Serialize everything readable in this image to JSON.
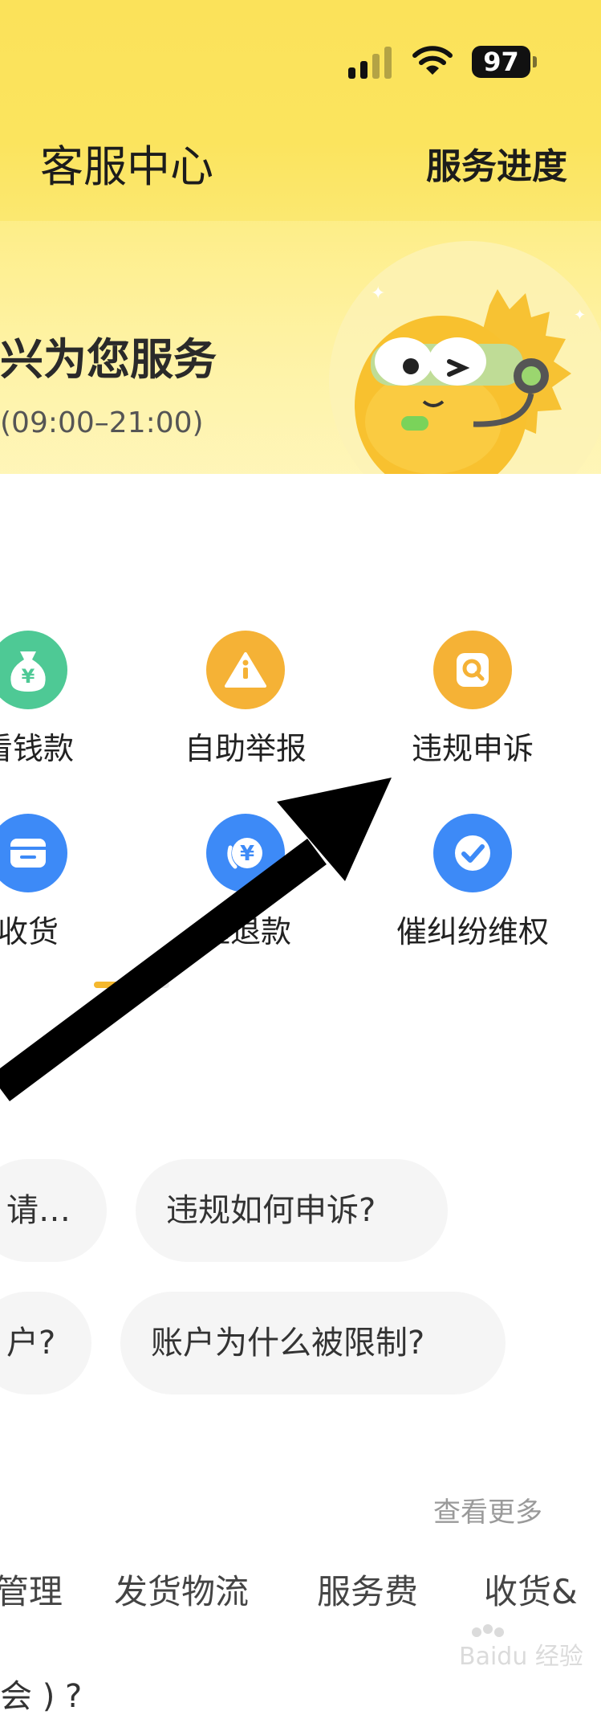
{
  "status_bar": {
    "battery": "97"
  },
  "header": {
    "title": "客服中心",
    "service_progress": "服务进度",
    "greeting": "兴为您服务",
    "hours": "(09:00–21:00)"
  },
  "services": {
    "row1": [
      {
        "label": "看钱款",
        "icon": "money-bag-icon",
        "color": "#4ec995"
      },
      {
        "label": "自助举报",
        "icon": "info-alert-icon",
        "color": "#f5b236"
      },
      {
        "label": "违规申诉",
        "icon": "search-doc-icon",
        "color": "#f5b236"
      }
    ],
    "row2": [
      {
        "label": "收货",
        "icon": "package-icon",
        "color": "#3d8af7"
      },
      {
        "label": "催退款",
        "icon": "refund-yen-icon",
        "color": "#3d8af7"
      },
      {
        "label": "催纠纷维权",
        "icon": "check-circle-icon",
        "color": "#3d8af7"
      }
    ]
  },
  "faq": {
    "row1": [
      "请…",
      "违规如何申诉?"
    ],
    "row2": [
      "户?",
      "账户为什么被限制?"
    ],
    "more": "查看更多"
  },
  "categories": [
    "管理",
    "发货物流",
    "服务费",
    "收货&"
  ],
  "partial_question": "会 ) ?",
  "watermark": "Baidu 经验",
  "colors": {
    "header_yellow": "#fbe25a",
    "accent_orange": "#f5b236",
    "accent_blue": "#3d8af7",
    "accent_green": "#4ec995"
  }
}
